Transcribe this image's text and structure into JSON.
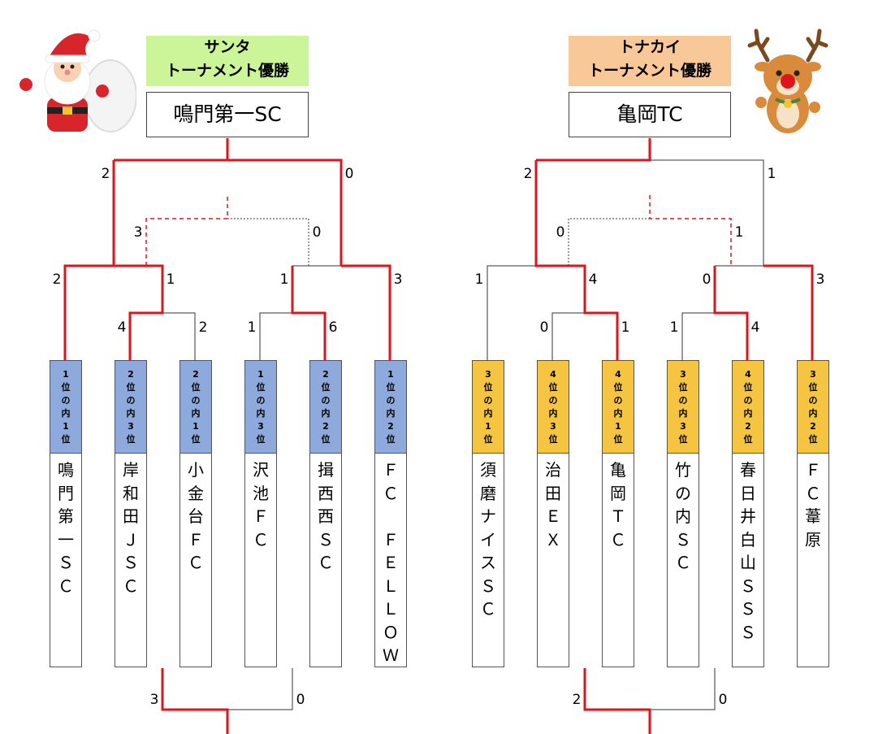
{
  "colors": {
    "win_line": "#e0141b",
    "base_line": "#333333",
    "santa_title_bg": "#ccf59a",
    "tonakai_title_bg": "#f9c898",
    "santa_tag_bg": "#8ea9db",
    "tonakai_tag_bg": "#f5c542"
  },
  "santa": {
    "title_line1": "サンタ",
    "title_line2": "トーナメント優勝",
    "winner": "鳴門第一SC",
    "mascot_icon": "santa-icon",
    "teams": [
      {
        "rank": "1位の内1位",
        "name": "鳴門第一ＳＣ"
      },
      {
        "rank": "2位の内3位",
        "name": "岸和田ＪＳＣ"
      },
      {
        "rank": "2位の内1位",
        "name": "小金台ＦＣ"
      },
      {
        "rank": "1位の内3位",
        "name": "沢池ＦＣ"
      },
      {
        "rank": "2位の内2位",
        "name": "揖西西ＳＣ"
      },
      {
        "rank": "1位の内2位",
        "name": "ＦＣ　ＦＥＬＬＯＷ"
      }
    ],
    "scores": {
      "r1_a": "4",
      "r1_b": "2",
      "r1_c": "1",
      "r1_d": "6",
      "qf_team1": "2",
      "qf_pair1": "1",
      "qf_pair2": "1",
      "qf_team6": "3",
      "sf_left_pair": "3",
      "sf_right_pair": "0",
      "final_left": "2",
      "final_right": "0",
      "third_left": "3",
      "third_right": "0"
    }
  },
  "tonakai": {
    "title_line1": "トナカイ",
    "title_line2": "トーナメント優勝",
    "winner": "亀岡TC",
    "mascot_icon": "reindeer-icon",
    "teams": [
      {
        "rank": "3位の内1位",
        "name": "須磨ナイスＳＣ"
      },
      {
        "rank": "4位の内3位",
        "name": "治田ＥＸ"
      },
      {
        "rank": "4位の内1位",
        "name": "亀岡ＴＣ"
      },
      {
        "rank": "3位の内3位",
        "name": "竹の内ＳＣ"
      },
      {
        "rank": "4位の内2位",
        "name": "春日井白山ＳＳＳ"
      },
      {
        "rank": "3位の内2位",
        "name": "ＦＣ葦原"
      }
    ],
    "scores": {
      "r1_a": "0",
      "r1_b": "1",
      "r1_c": "1",
      "r1_d": "4",
      "qf_team1": "1",
      "qf_pair1": "4",
      "qf_pair2": "0",
      "qf_team6": "3",
      "sf_left_pair": "0",
      "sf_right_pair": "1",
      "final_left": "2",
      "final_right": "1",
      "third_left": "2",
      "third_right": "0"
    }
  }
}
